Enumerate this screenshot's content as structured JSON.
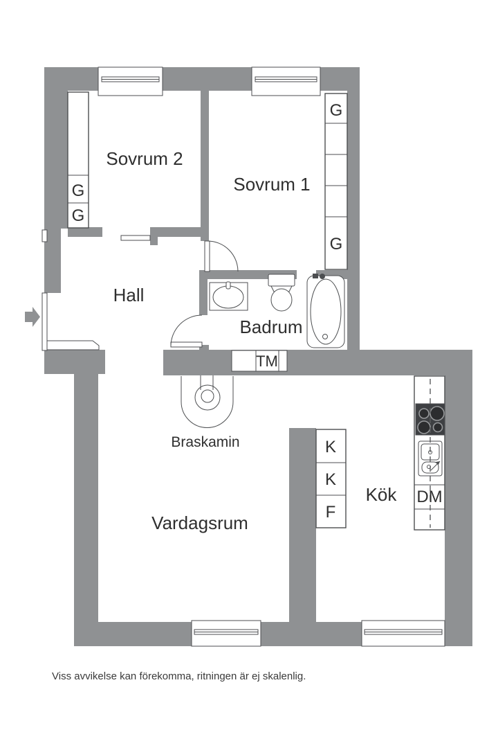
{
  "colors": {
    "wall": "#8f9193",
    "line": "#4c4e50",
    "stove": "#3e4043",
    "text": "#2f2f2f"
  },
  "floorplan": {
    "rooms": {
      "bedroom2": "Sovrum 2",
      "bedroom1": "Sovrum 1",
      "hall": "Hall",
      "bathroom": "Badrum",
      "living_room": "Vardagsrum",
      "kitchen": "Kök"
    },
    "fixtures": {
      "fireplace": "Braskamin"
    },
    "labels": {
      "wardrobe": "G",
      "washing_machine": "TM",
      "dishwasher": "DM",
      "cabinet_k": "K",
      "cabinet_f": "F"
    },
    "caption": "Viss avvikelse kan förekomma, ritningen är ej skalenlig."
  }
}
